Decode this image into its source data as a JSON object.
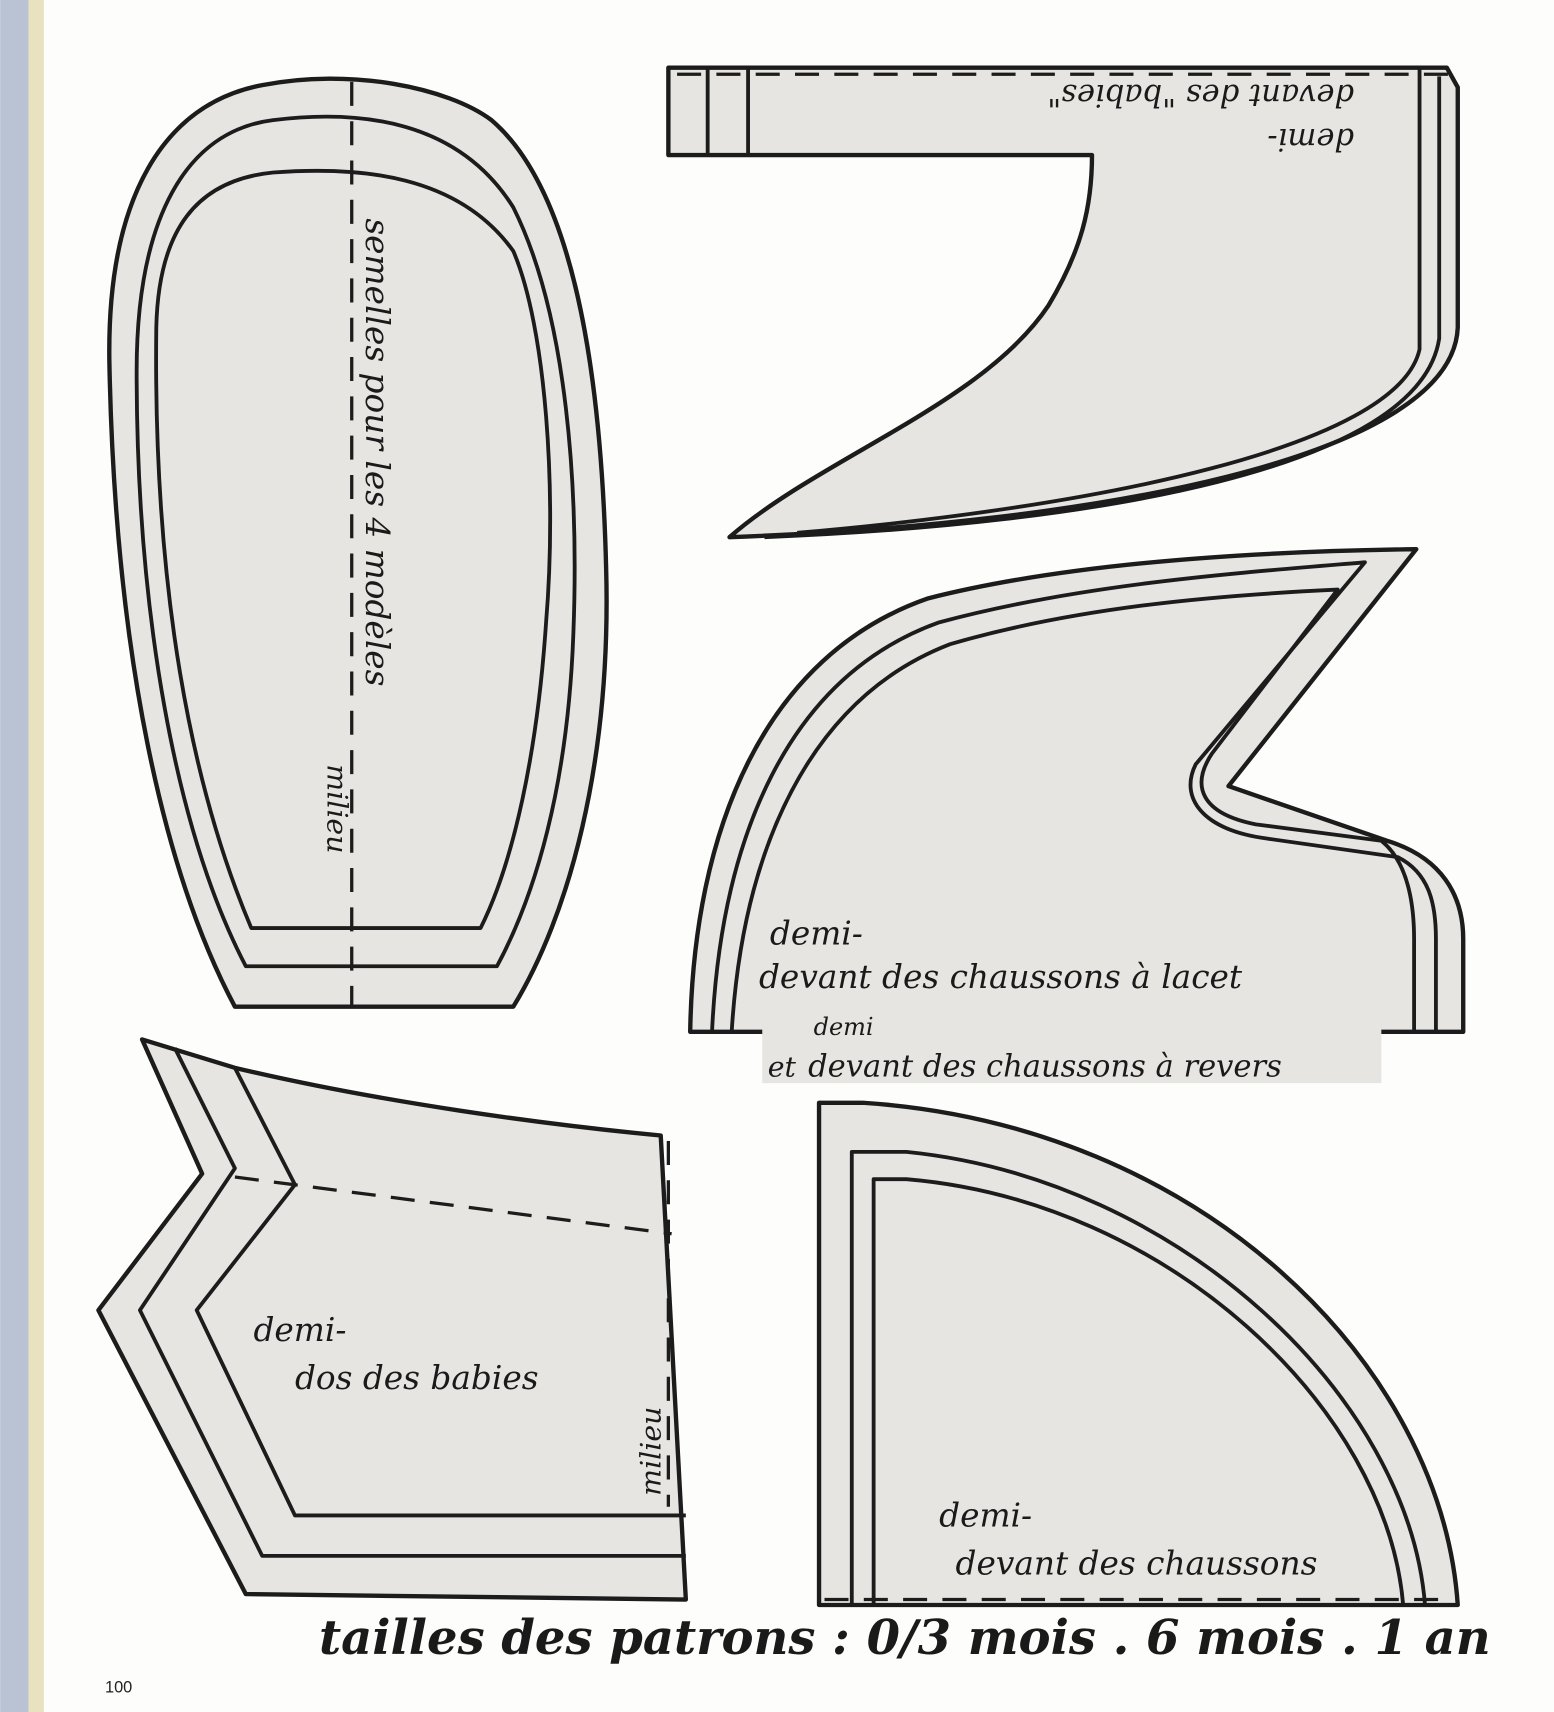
{
  "page_number": "100",
  "footer_title": "tailles des patrons : 0/3 mois . 6 mois . 1 an",
  "pieces": {
    "sole": {
      "label": "semelles pour les 4 modèles",
      "center_label": "milieu"
    },
    "babies_front": {
      "label_line1": "demi-",
      "label_line2": "devant des \"babies\""
    },
    "lace_front": {
      "label_line1": "demi-",
      "label_line2": "devant des chaussons à lacet",
      "strip_label_prefix": "et",
      "strip_label_top": "demi",
      "strip_label": "devant des chaussons à revers"
    },
    "babies_back": {
      "label_line1": "demi-",
      "label_line2": "dos des babies",
      "center_label": "milieu"
    },
    "slipper_front": {
      "label_line1": "demi-",
      "label_line2": "devant des chaussons"
    }
  }
}
